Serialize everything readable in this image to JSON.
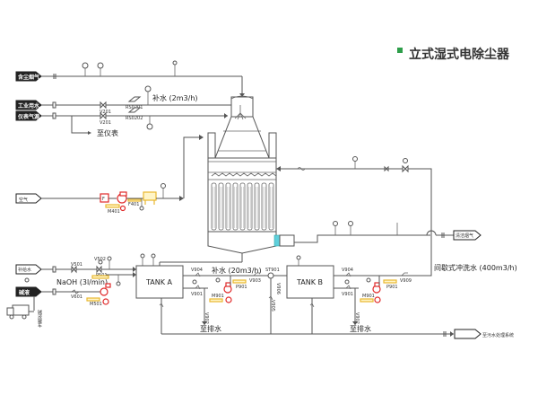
{
  "title": "立式湿式电除尘器",
  "colors": {
    "title_marker": "#2e9e4a",
    "pump_red": "#e02a2a",
    "motor_yellow": "#e8b830",
    "outlet_cyan": "#5fd0dc",
    "line": "#555555"
  },
  "inlets": {
    "flue_gas": "含尘烟气",
    "process_water": "工业用水",
    "instrument_air": "仪表气源",
    "air": "空气",
    "makeup_water": "补给水",
    "caustic": "碱液"
  },
  "outlets": {
    "clean_gas": "清洁烟气",
    "to_wastewater": "至污水处理系统",
    "to_instrument": "至仪表",
    "to_drain_a": "至排水",
    "to_drain_b": "至排水"
  },
  "flows": {
    "makeup_small": "补水 (2m3/h)",
    "makeup_large": "补水 (20m3/h)",
    "naoh": "NaOH (3l/min)",
    "intermittent_flush": "间歇式冲洗水 (400m3/h)"
  },
  "equipment": {
    "tank_a": "TANK A",
    "tank_b": "TANK B",
    "truck_label": "碱液罐车",
    "fan_motor": "M401",
    "fan": "F401",
    "filter": "F"
  },
  "valves": {
    "v201_top": "V201",
    "v201_bottom": "V201",
    "rs_top": "RS0201",
    "rs_bottom": "RS0202",
    "v501": "V501",
    "v502": "V502",
    "v601": "V601",
    "p501": "P501",
    "m501": "M501",
    "v904_a": "V904",
    "v901_a": "V901",
    "v903": "V903",
    "p901_a": "P901",
    "m901_a": "M901",
    "v902_a": "V902",
    "st901": "ST901",
    "v905": "V905",
    "v906": "V906",
    "v904_b": "V904",
    "v901_b": "V901",
    "v909": "V909",
    "p901_b": "P901",
    "m901_b": "M901",
    "v902_b": "V902"
  }
}
